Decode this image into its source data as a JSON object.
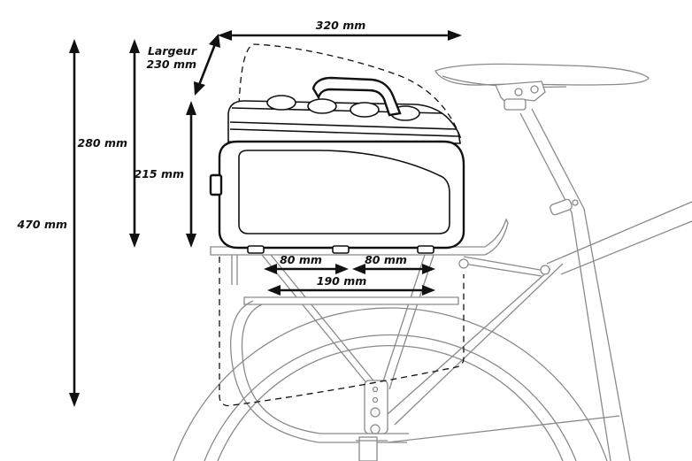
{
  "dimensions": {
    "width_top": "320 mm",
    "width_largeur_word": "Largeur",
    "width_largeur_value": "230 mm",
    "height_bag": "215 mm",
    "height_bag_extended": "280 mm",
    "height_total": "470 mm",
    "base_left": "80 mm",
    "base_right": "80 mm",
    "base_total": "190 mm"
  }
}
